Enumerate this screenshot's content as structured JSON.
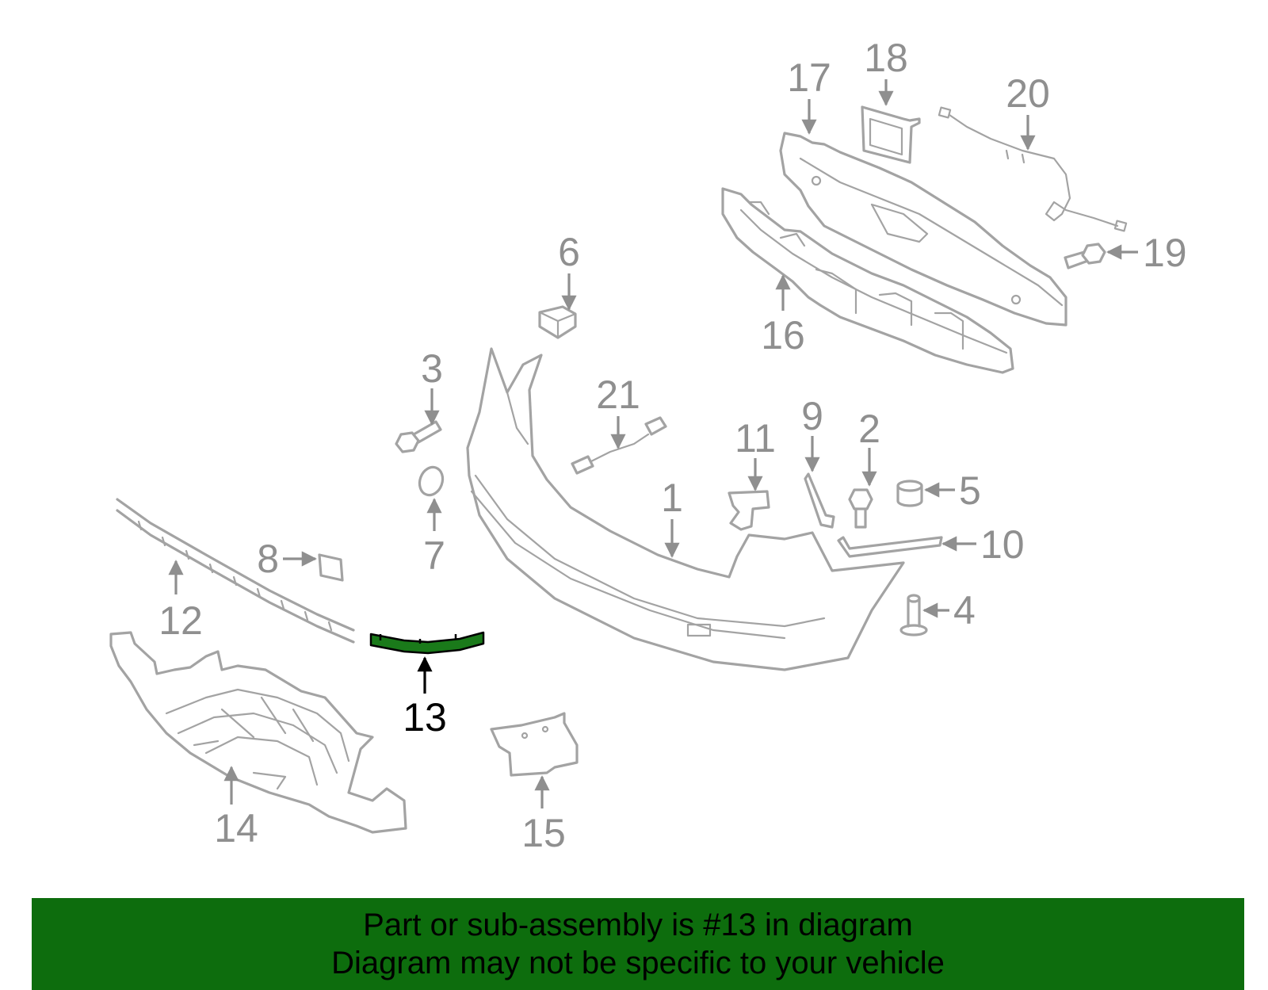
{
  "diagram": {
    "highlight_color": "#1a7a1a",
    "callouts": [
      {
        "id": "1",
        "label": "1"
      },
      {
        "id": "2",
        "label": "2"
      },
      {
        "id": "3",
        "label": "3"
      },
      {
        "id": "4",
        "label": "4"
      },
      {
        "id": "5",
        "label": "5"
      },
      {
        "id": "6",
        "label": "6"
      },
      {
        "id": "7",
        "label": "7"
      },
      {
        "id": "8",
        "label": "8"
      },
      {
        "id": "9",
        "label": "9"
      },
      {
        "id": "10",
        "label": "10"
      },
      {
        "id": "11",
        "label": "11"
      },
      {
        "id": "12",
        "label": "12"
      },
      {
        "id": "13",
        "label": "13"
      },
      {
        "id": "14",
        "label": "14"
      },
      {
        "id": "15",
        "label": "15"
      },
      {
        "id": "16",
        "label": "16"
      },
      {
        "id": "17",
        "label": "17"
      },
      {
        "id": "18",
        "label": "18"
      },
      {
        "id": "19",
        "label": "19"
      },
      {
        "id": "20",
        "label": "20"
      },
      {
        "id": "21",
        "label": "21"
      }
    ],
    "selected_part": "13"
  },
  "footer": {
    "line1": "Part or sub-assembly is #13 in diagram",
    "line2": "Diagram may not be specific to your vehicle",
    "background_color": "#0d6d0d"
  }
}
